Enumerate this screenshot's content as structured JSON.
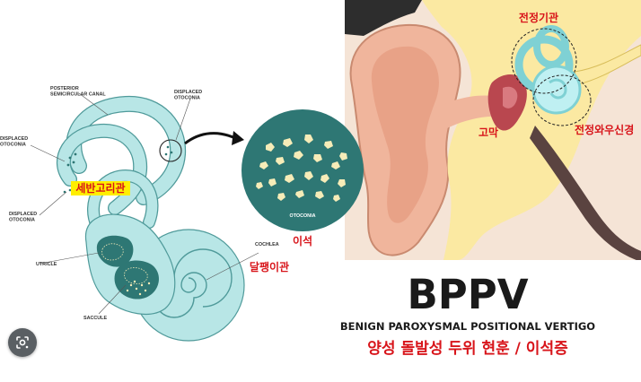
{
  "ear_diagram": {
    "labels": {
      "posterior_canal": [
        "POSTERIOR",
        "SEMICIRCULAR CANAL"
      ],
      "displaced_otoconia_top": [
        "DISPLACED",
        "OTOCONIA"
      ],
      "displaced_otoconia_left": [
        "DISPLACED",
        "OTOCONIA"
      ],
      "displaced_otoconia_mid": [
        "DISPLACED",
        "OTOCONIA"
      ],
      "utricle": "UTRICLE",
      "saccule": "SACCULE",
      "cochlea": "COCHLEA",
      "otoconia": "OTOCONIA"
    },
    "korean": {
      "semicircular_canal": "세반고리관",
      "otolith": "이석",
      "cochlea": "달팽이관"
    }
  },
  "ear_cross_section": {
    "labels": {
      "vestibular": "전정기관",
      "eardrum": "고막",
      "vestibulocochlear": "전정와우신경"
    }
  },
  "heading": {
    "title": "BPPV",
    "subtitle": "BENIGN PAROXYSMAL POSITIONAL VERTIGO",
    "korean": "양성 돌발성 두위 현훈 / 이석증"
  },
  "colors": {
    "inner_ear": "#b8e6e6",
    "inner_ear_outline": "#4f9a9a",
    "otoconia_bg": "#2e7774",
    "otoconia_crystal": "#f6ecb8",
    "korean_text": "#d8141a",
    "skin": "#f0c8a8",
    "bone": "#fbe9a2"
  },
  "icons": {
    "lens": "google-lens-icon"
  }
}
